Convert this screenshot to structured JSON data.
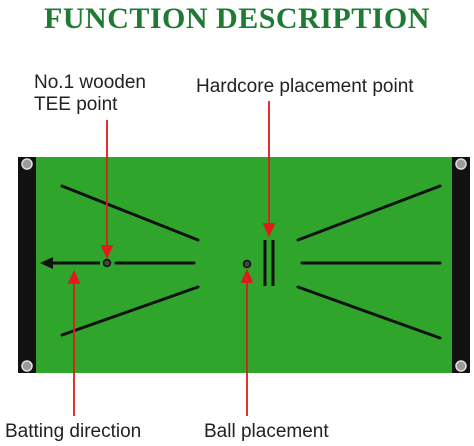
{
  "title": "FUNCTION DESCRIPTION",
  "labels": {
    "tee_line1": "No.1 wooden",
    "tee_line2": "TEE point",
    "hardcore": "Hardcore placement point",
    "batting": "Batting direction",
    "ball": "Ball placement"
  },
  "colors": {
    "title": "#1f7a33",
    "mat": "#2fa52c",
    "edge": "#111111",
    "arrow": "#e01b1b"
  }
}
